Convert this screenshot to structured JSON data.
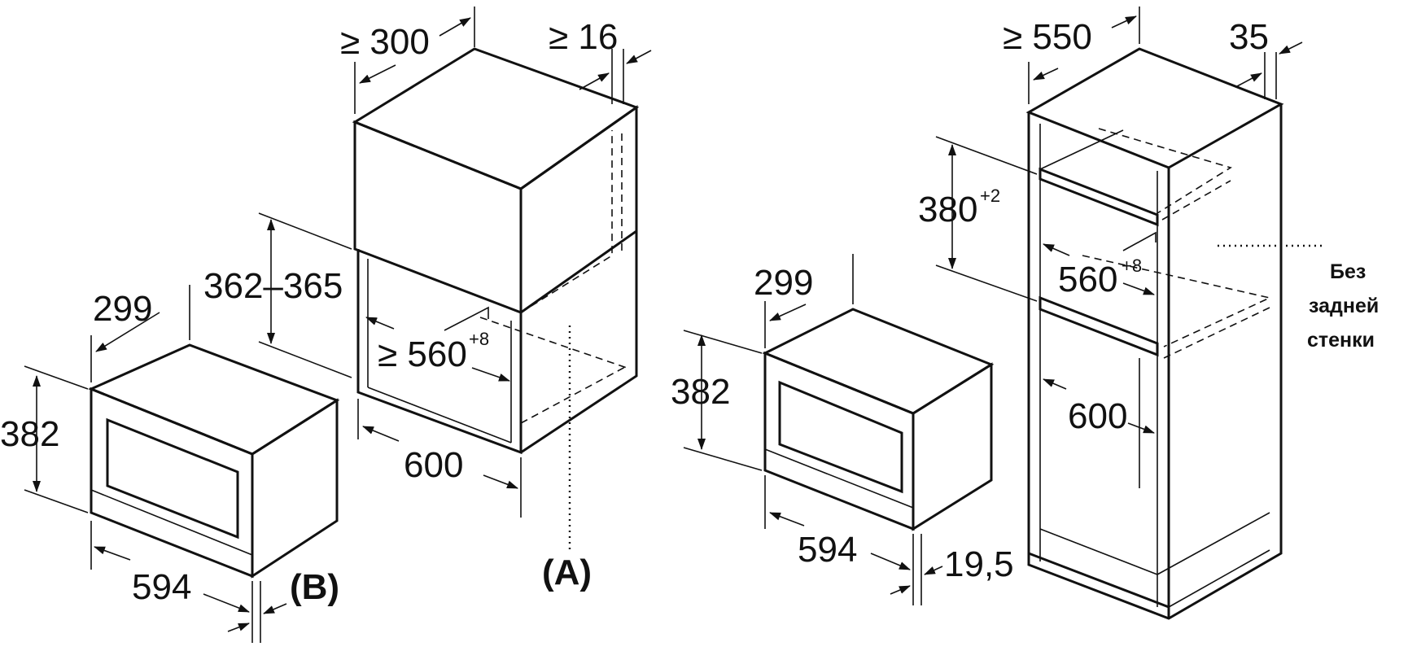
{
  "left_installation": {
    "appliance": {
      "depth_label": "299",
      "height_label": "382",
      "width_label": "594"
    },
    "cabinet": {
      "top_depth_label": "≥ 300",
      "front_gap_label": "≥ 16",
      "opening_height_label": "362–365",
      "opening_width_label": "≥ 560",
      "opening_width_tolerance": "+8",
      "cabinet_width_label": "600"
    },
    "callout_a": "(A)",
    "callout_b": "(B)"
  },
  "right_installation": {
    "appliance": {
      "depth_label": "299",
      "height_label": "382",
      "width_label": "594",
      "front_offset_label": "19,5"
    },
    "cabinet": {
      "top_depth_label": "≥ 550",
      "side_label": "35",
      "opening_height_label": "380",
      "opening_height_tolerance": "+2",
      "opening_width_label": "560",
      "opening_width_tolerance": "+8",
      "cabinet_width_label": "600"
    },
    "note_lines": [
      "Без",
      "задней",
      "стенки"
    ]
  }
}
